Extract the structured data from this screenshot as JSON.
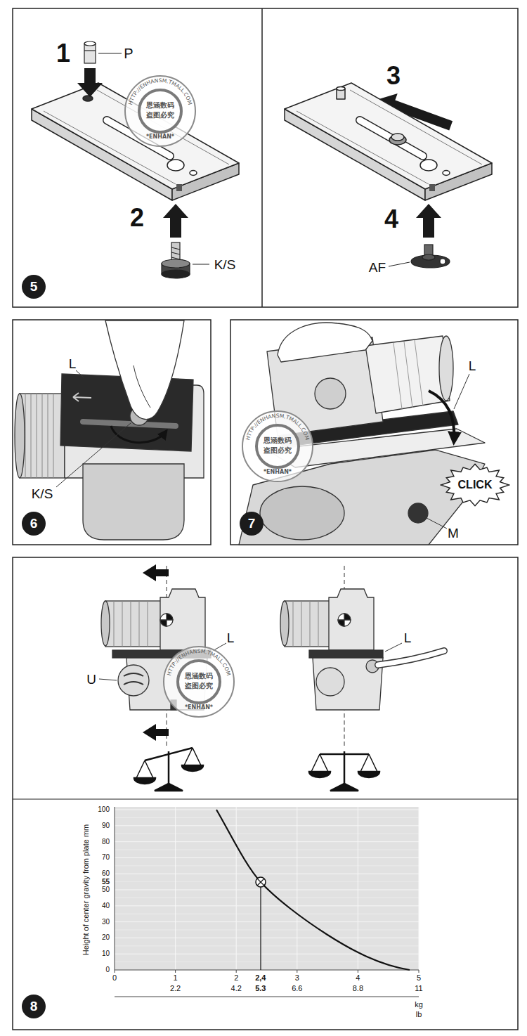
{
  "diagram": {
    "nodes": [
      {
        "text": [
          "HTTP://ENHANSM.TMALL.COM",
          "恩涵数码",
          "盗图必究",
          "*ENHAN*"
        ]
      },
      {
        "text": [
          "5"
        ]
      },
      {
        "text": [
          "6"
        ]
      },
      {
        "text": [
          "HTTP://ENHANSM.TMALL.COM",
          "恩涵数码",
          "盗图必究",
          "*ENHAN*"
        ]
      },
      {
        "text": [
          "CLICK"
        ]
      },
      {
        "text": [
          "7"
        ]
      },
      {
        "text": [
          "HTTP://ENHANSM.TMALL.COM",
          "恩涵数码",
          "盗图必究",
          "*ENHAN*"
        ]
      },
      {
        "text": [
          "8"
        ]
      }
    ],
    "edges": [],
    "labels": [
      "1",
      "P",
      "2",
      "K/S",
      "3",
      "4",
      "AF",
      "L",
      "K/S",
      "L",
      "M",
      "L",
      "U",
      "L",
      "Height of center gravity from plate mm",
      "100",
      "90",
      "80",
      "70",
      "60",
      "55",
      "50",
      "40",
      "30",
      "20",
      "10",
      "0",
      "0",
      "1",
      "2",
      "2,4",
      "3",
      "4",
      "5",
      "2.2",
      "4.2",
      "5.3",
      "6.6",
      "8.8",
      "11",
      "kg",
      "lb"
    ]
  }
}
